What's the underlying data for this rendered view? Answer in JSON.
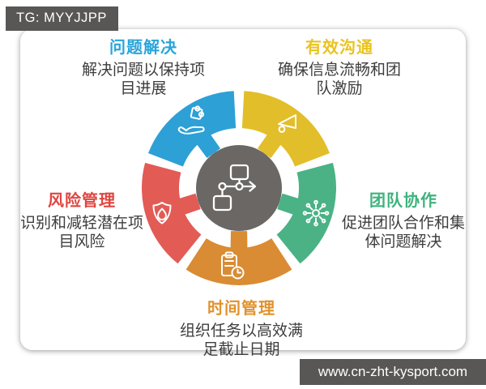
{
  "badges": {
    "tg_label": "TG: MYYJJPP",
    "website": "www.cn-zht-kysport.com",
    "badge_bg": "#595755",
    "badge_text_color": "#ffffff"
  },
  "diagram": {
    "center": {
      "icon": "flowchart-icon",
      "color": "#6A6764"
    },
    "text_color": "#3D3D3D",
    "segments": [
      {
        "id": "problem-solving",
        "title": "问题解决",
        "title_color": "#29A5DA",
        "color": "#2DA0D6",
        "desc_line1": "解决问题以保持项",
        "desc_line2": "目进展",
        "icon": "hand-puzzle-icon"
      },
      {
        "id": "effective-communication",
        "title": "有效沟通",
        "title_color": "#EAC320",
        "color": "#E2BE2A",
        "desc_line1": "确保信息流畅和团",
        "desc_line2": "队激励",
        "icon": "megaphone-icon"
      },
      {
        "id": "team-collaboration",
        "title": "团队协作",
        "title_color": "#3EB27D",
        "color": "#4AB285",
        "desc_line1": "促进团队合作和集",
        "desc_line2": "体问题解决",
        "icon": "network-hub-icon"
      },
      {
        "id": "time-management",
        "title": "时间管理",
        "title_color": "#E0922C",
        "color": "#D98C33",
        "desc_line1": "组织任务以高效满",
        "desc_line2": "足截止日期",
        "icon": "clipboard-clock-icon"
      },
      {
        "id": "risk-management",
        "title": "风险管理",
        "title_color": "#E04540",
        "color": "#E25B55",
        "desc_line1": "识别和减轻潜在项",
        "desc_line2": "目风险",
        "icon": "shield-flame-icon"
      }
    ]
  }
}
